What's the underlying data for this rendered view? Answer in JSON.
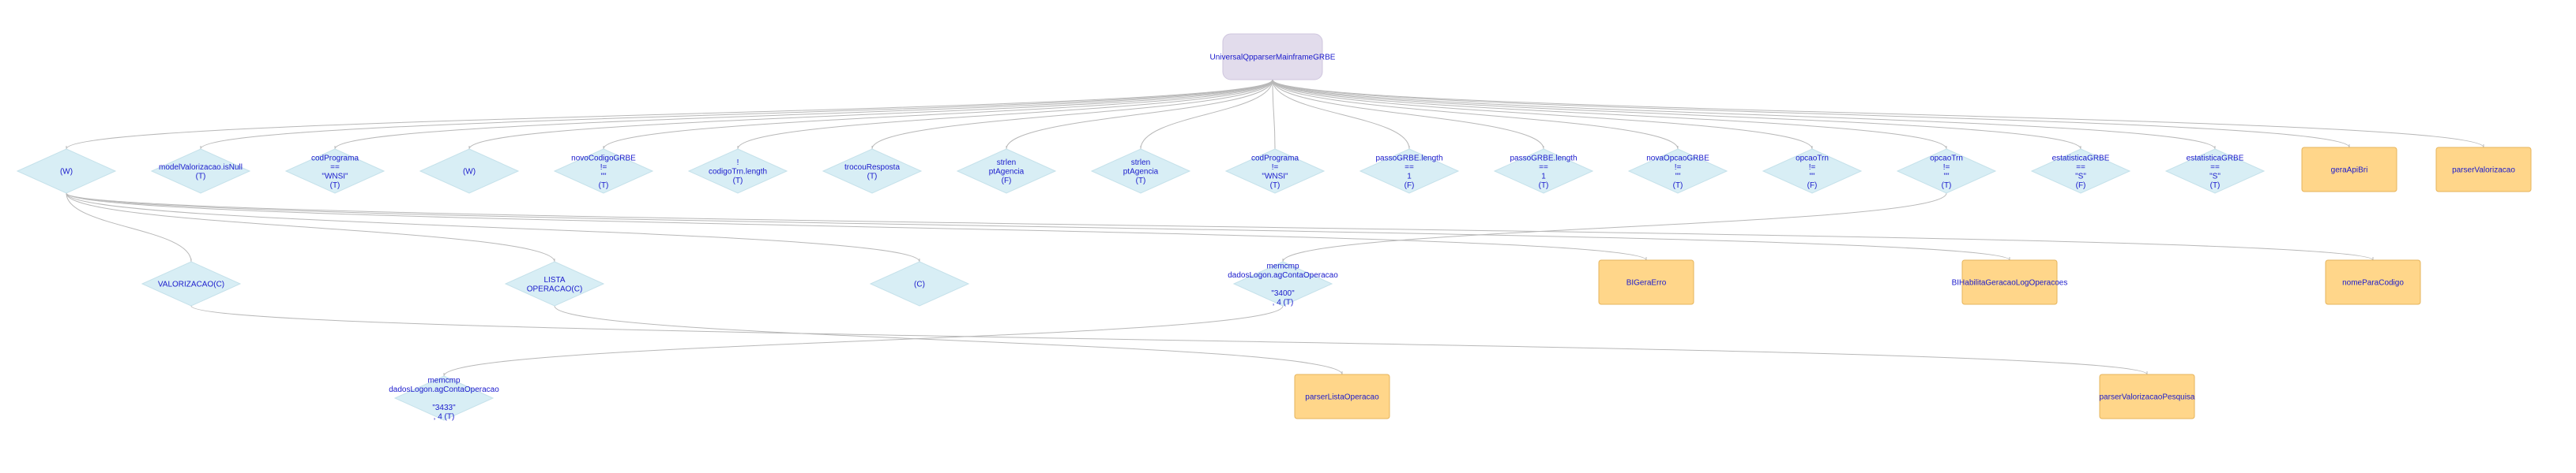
{
  "nodes": {
    "root": {
      "lines": [
        "UniversalQpparserMainframeGRBE"
      ]
    },
    "d1": {
      "lines": [
        "(W)"
      ]
    },
    "d2": {
      "lines": [
        "modelValorizacao.isNull",
        "(T)"
      ]
    },
    "d3": {
      "lines": [
        "codPrograma",
        "==",
        "\"WNSI\"",
        "(T)"
      ]
    },
    "d4": {
      "lines": [
        "(W)"
      ]
    },
    "d5": {
      "lines": [
        "novoCodigoGRBE",
        "!=",
        "\"\"",
        "(T)"
      ]
    },
    "d6": {
      "lines": [
        "!",
        "codigoTrn.length",
        "(T)"
      ]
    },
    "d7": {
      "lines": [
        "trocouResposta",
        "(T)"
      ]
    },
    "d8": {
      "lines": [
        "strlen",
        "ptAgencia",
        "(F)"
      ]
    },
    "d9": {
      "lines": [
        "strlen",
        "ptAgencia",
        "(T)"
      ]
    },
    "d10": {
      "lines": [
        "codPrograma",
        "!=",
        "\"WNSI\"",
        "(T)"
      ]
    },
    "d11": {
      "lines": [
        "passoGRBE.length",
        "==",
        "1",
        "(F)"
      ]
    },
    "d12": {
      "lines": [
        "passoGRBE.length",
        "==",
        "1",
        "(T)"
      ]
    },
    "d13": {
      "lines": [
        "novaOpcaoGRBE",
        "!=",
        "\"\"",
        "(T)"
      ]
    },
    "d14": {
      "lines": [
        "opcaoTrn",
        "!=",
        "\"\"",
        "(F)"
      ]
    },
    "d15": {
      "lines": [
        "opcaoTrn",
        "!=",
        "\"\"",
        "(T)"
      ]
    },
    "d16": {
      "lines": [
        "estatisticaGRBE",
        "==",
        "\"S\"",
        "(F)"
      ]
    },
    "d17": {
      "lines": [
        "estatisticaGRBE",
        "==",
        "\"S\"",
        "(T)"
      ]
    },
    "r1": {
      "lines": [
        "geraApiBri"
      ]
    },
    "r2": {
      "lines": [
        "parserValorizacao"
      ]
    },
    "e1": {
      "lines": [
        "VALORIZACAO(C)"
      ]
    },
    "e2": {
      "lines": [
        "LISTA",
        "OPERACAO(C)"
      ]
    },
    "e3": {
      "lines": [
        "(C)"
      ]
    },
    "e4": {
      "lines": [
        "memcmp",
        "dadosLogon.agContaOperacao",
        "",
        "\"3400\"",
        ", 4  (T)"
      ]
    },
    "r3": {
      "lines": [
        "BIGeraErro"
      ]
    },
    "r4": {
      "lines": [
        "BIHabilitaGeracaoLogOperacoes"
      ]
    },
    "r5": {
      "lines": [
        "nomeParaCodigo"
      ]
    },
    "f1": {
      "lines": [
        "memcmp",
        "dadosLogon.agContaOperacao",
        "",
        "\"3433\"",
        ", 4  (T)"
      ]
    },
    "r6": {
      "lines": [
        "parserListaOperacao"
      ]
    },
    "r7": {
      "lines": [
        "parserValorizacaoPesquisa"
      ]
    }
  },
  "colors": {
    "edge": "#b8b8b8",
    "diamond_fill": "#d8eef5",
    "rect_fill": "#ffd68a",
    "root_fill": "#e2dcec",
    "label": "#1a1acc"
  }
}
